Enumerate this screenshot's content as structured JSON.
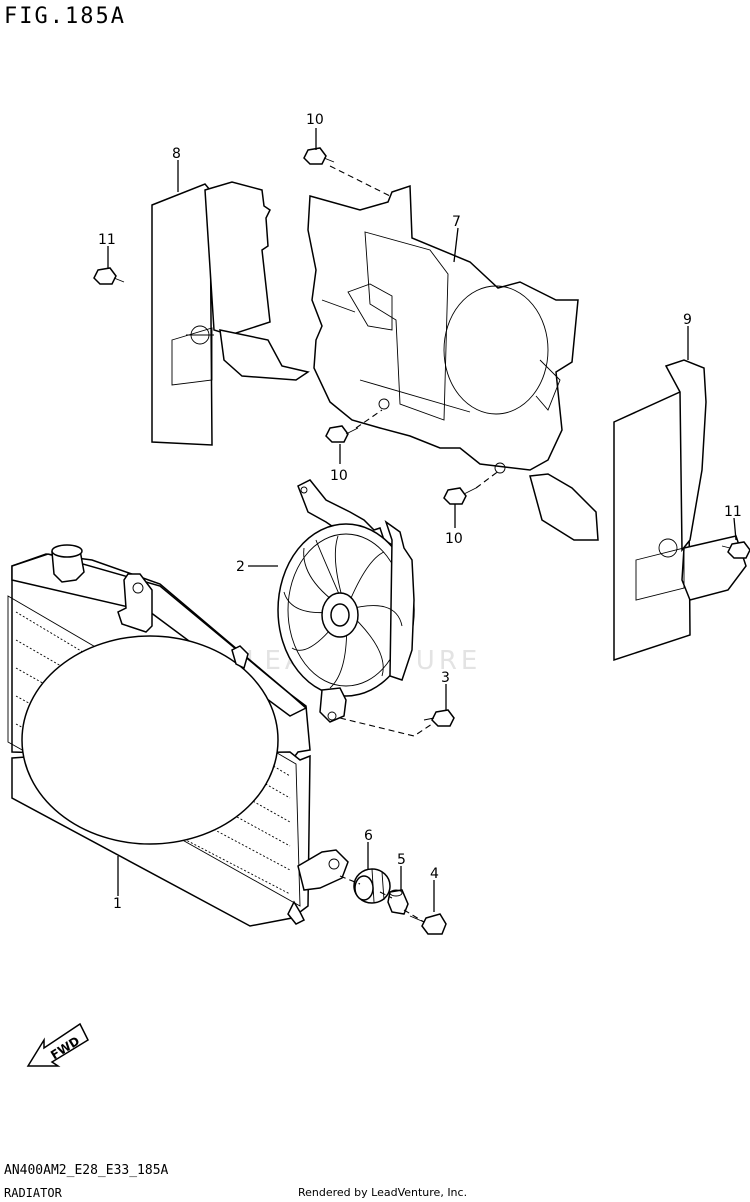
{
  "figure": {
    "title": "FIG.185A",
    "code": "AN400AM2_E28_E33_185A",
    "section": "RADIATOR",
    "credit": "Rendered by LeadVenture, Inc.",
    "watermark": "LEADVENTURE",
    "direction_arrow": "FWD"
  },
  "callouts": {
    "c1": "1",
    "c2": "2",
    "c3": "3",
    "c4": "4",
    "c5": "5",
    "c6": "6",
    "c7": "7",
    "c8": "8",
    "c9": "9",
    "c10a": "10",
    "c10b": "10",
    "c10c": "10",
    "c11a": "11",
    "c11b": "11"
  }
}
